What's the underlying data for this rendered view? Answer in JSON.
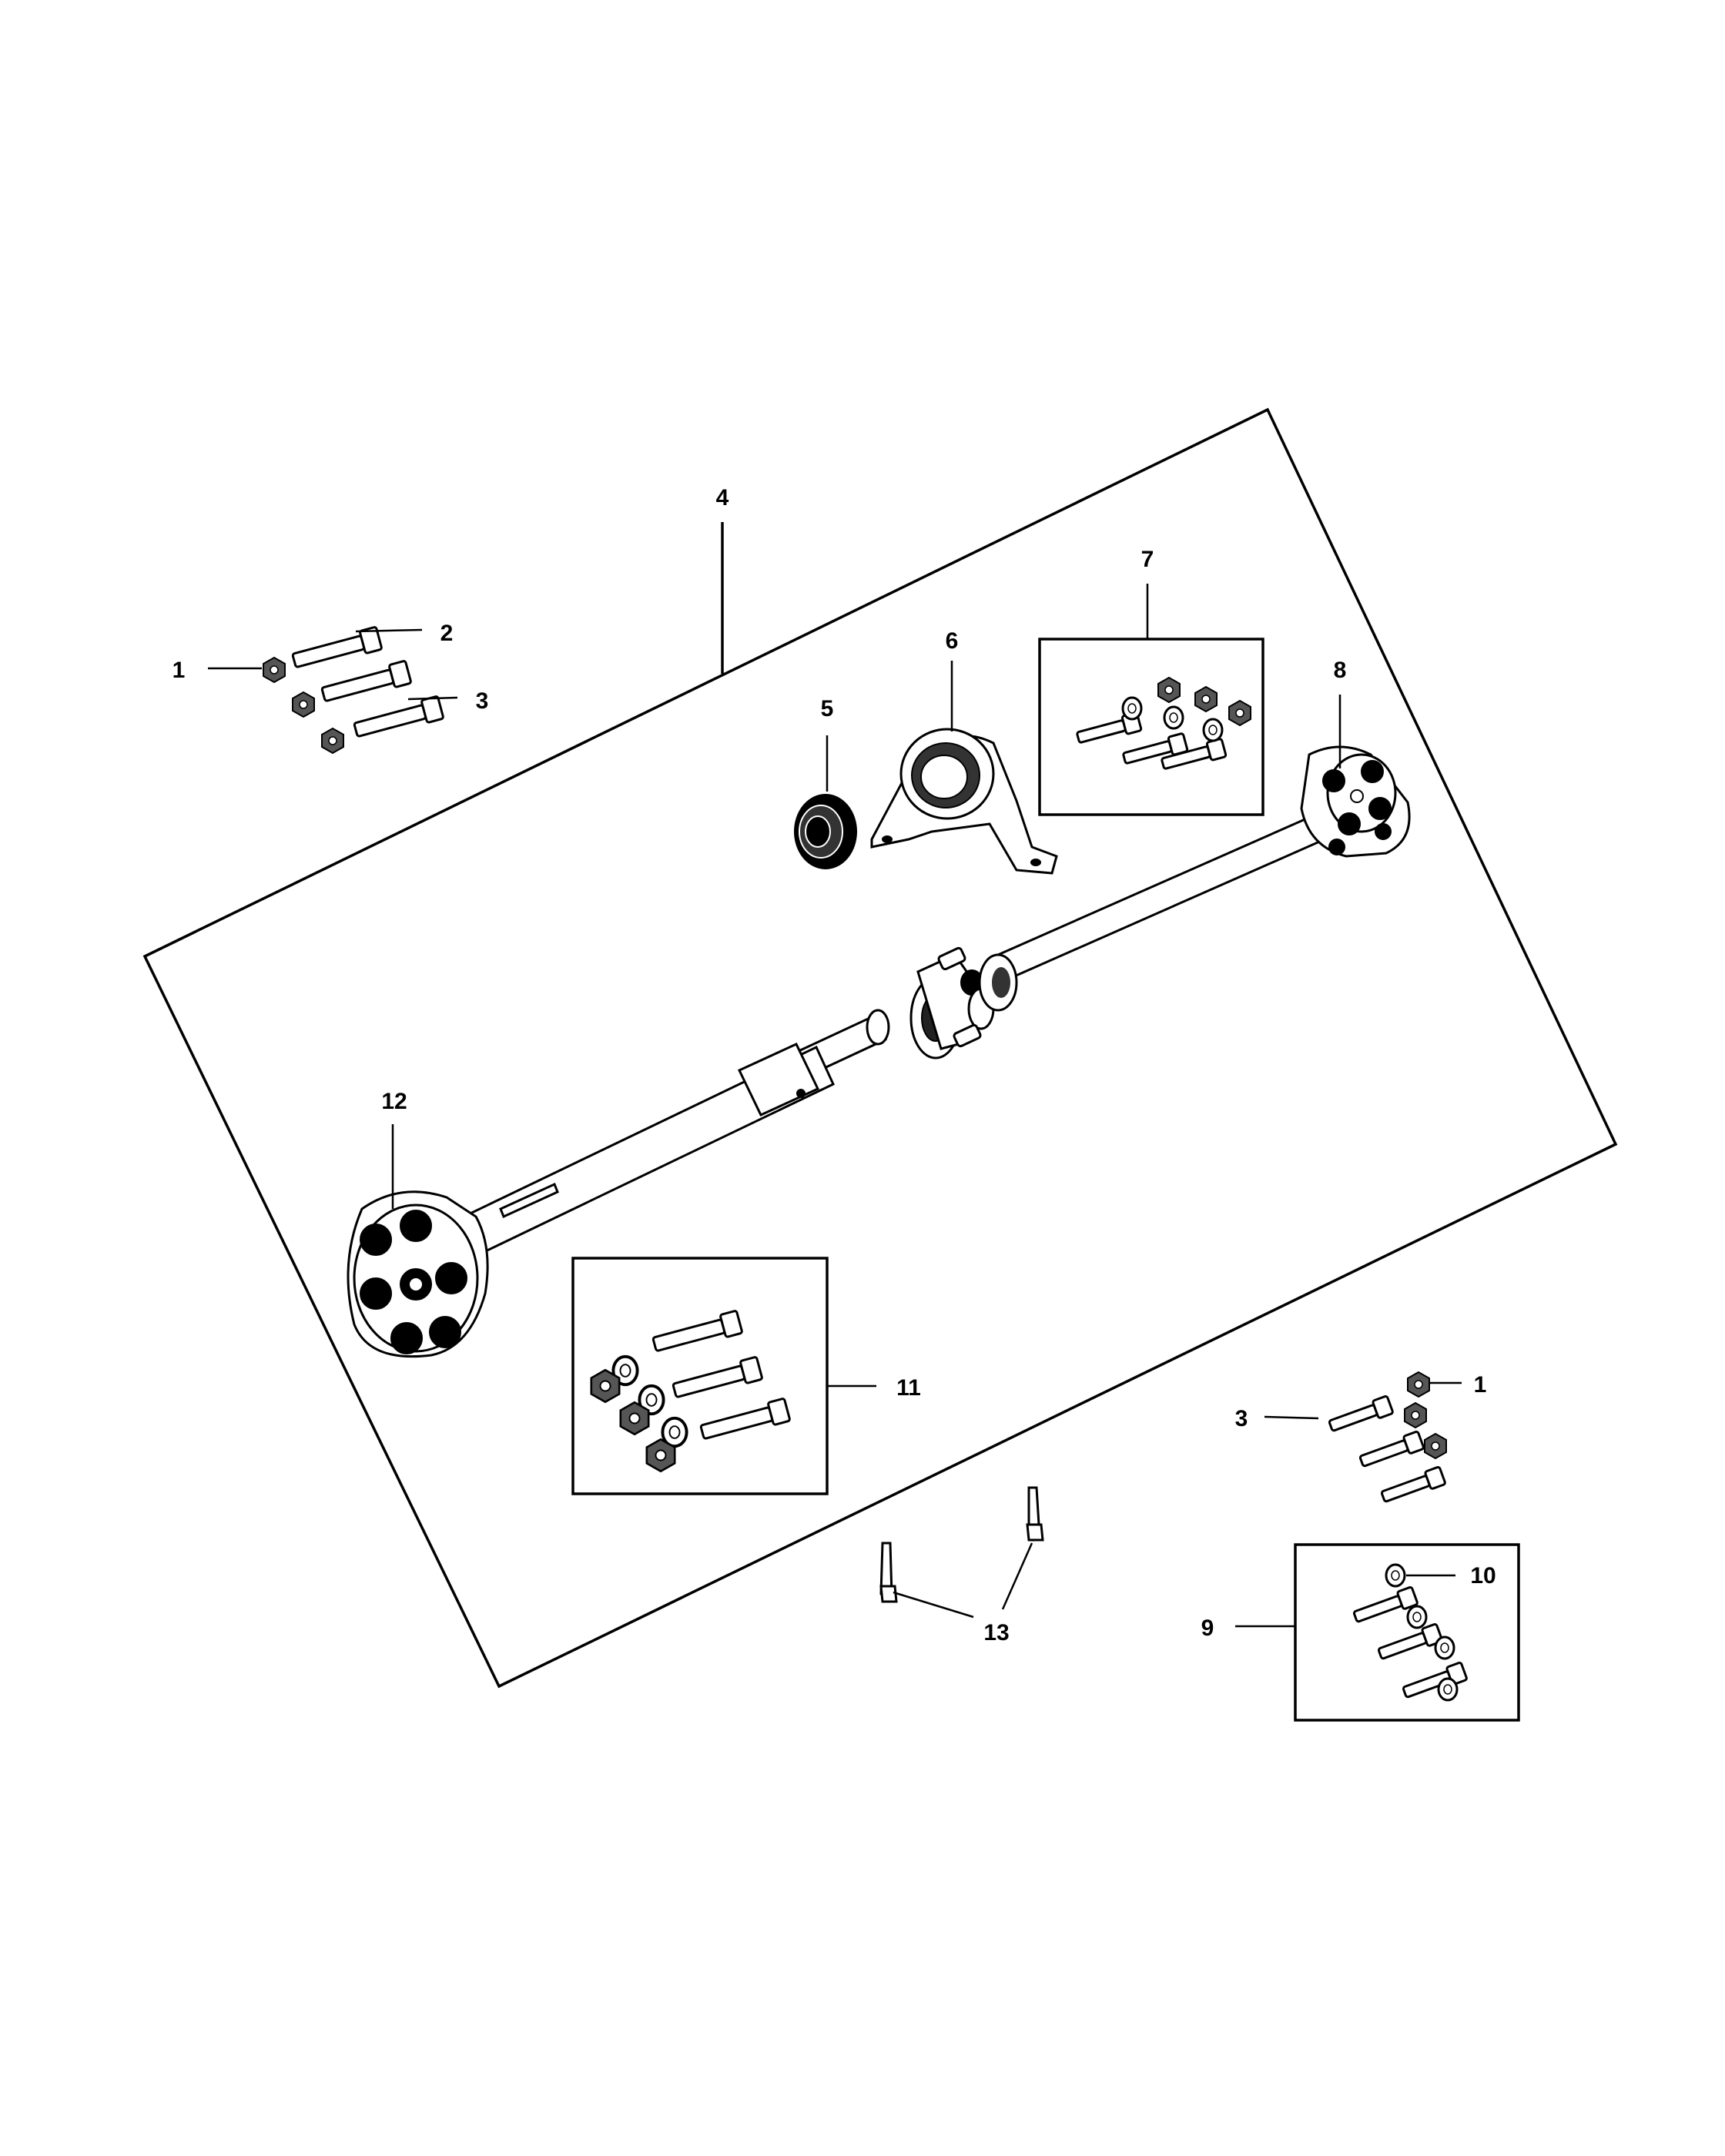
{
  "callouts": {
    "c1a": "1",
    "c2": "2",
    "c3a": "3",
    "c4": "4",
    "c5": "5",
    "c6": "6",
    "c7": "7",
    "c8": "8",
    "c12": "12",
    "c11": "11",
    "c1b": "1",
    "c3b": "3",
    "c10": "10",
    "c13": "13",
    "c9": "9"
  },
  "icons": {
    "flex_disc": "flex-disc-icon",
    "center_bearing": "center-bearing-icon",
    "bolt": "bolt-icon",
    "nut": "nut-icon",
    "washer": "washer-icon",
    "cotter_pin": "cotter-pin-icon"
  }
}
